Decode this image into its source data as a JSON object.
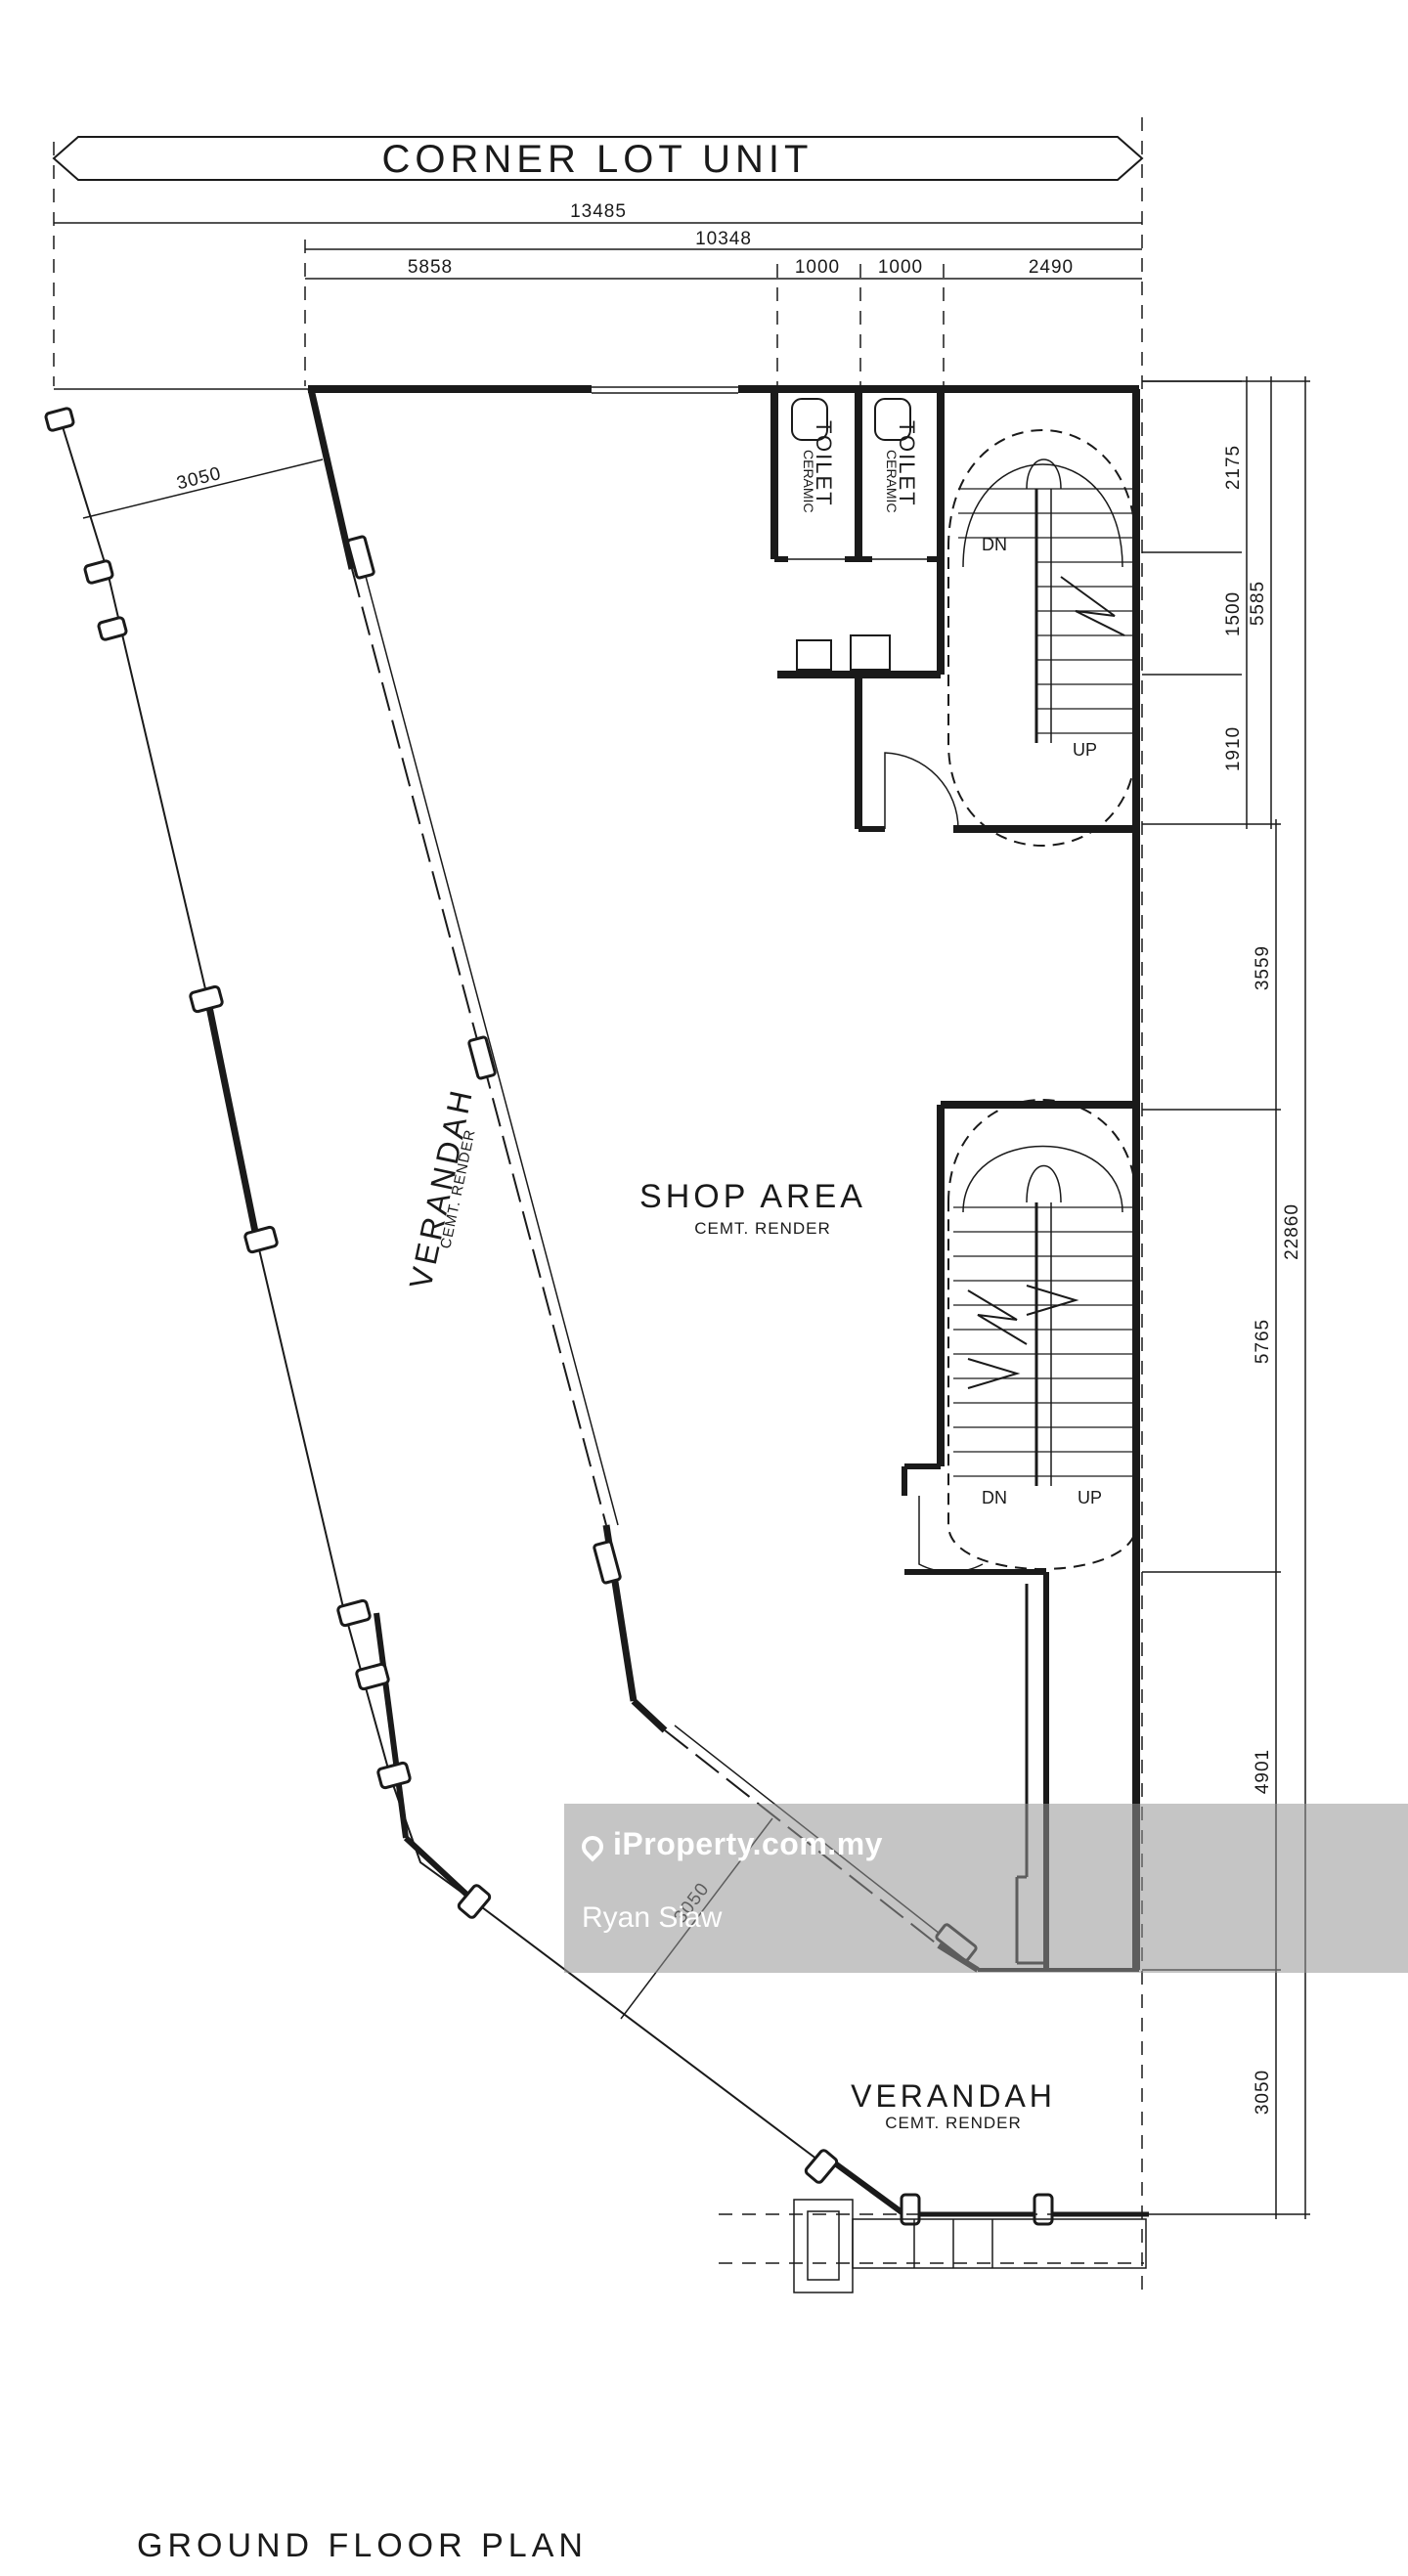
{
  "banner": {
    "title": "CORNER LOT UNIT"
  },
  "dimensions": {
    "top_overall": "13485",
    "top_inner": "10348",
    "top_seg_1": "5858",
    "top_seg_2": "1000",
    "top_seg_3": "1000",
    "top_seg_4": "2490",
    "left_verandah_depth": "3050",
    "bottom_verandah_depth": "3050",
    "right_1": "2175",
    "right_2": "1500",
    "right_3": "1910",
    "right_group": "5585",
    "right_4": "3559",
    "right_5": "5765",
    "right_6": "4901",
    "right_7": "3050",
    "right_total": "22860"
  },
  "rooms": {
    "toilet": "TOILET",
    "toilet_finish": "CERAMIC",
    "shop_area": "SHOP AREA",
    "shop_finish": "CEMT. RENDER",
    "verandah_left": "VERANDAH",
    "verandah_left_finish": "CEMT. RENDER",
    "verandah_bottom": "VERANDAH",
    "verandah_bottom_finish": "CEMT. RENDER"
  },
  "stairs": {
    "upper_dn": "DN",
    "upper_up": "UP",
    "lower_dn": "DN",
    "lower_up": "UP"
  },
  "footer": {
    "plan_title": "GROUND FLOOR PLAN"
  },
  "watermark": {
    "brand": "iProperty.com.my",
    "user": "Ryan Siaw"
  }
}
